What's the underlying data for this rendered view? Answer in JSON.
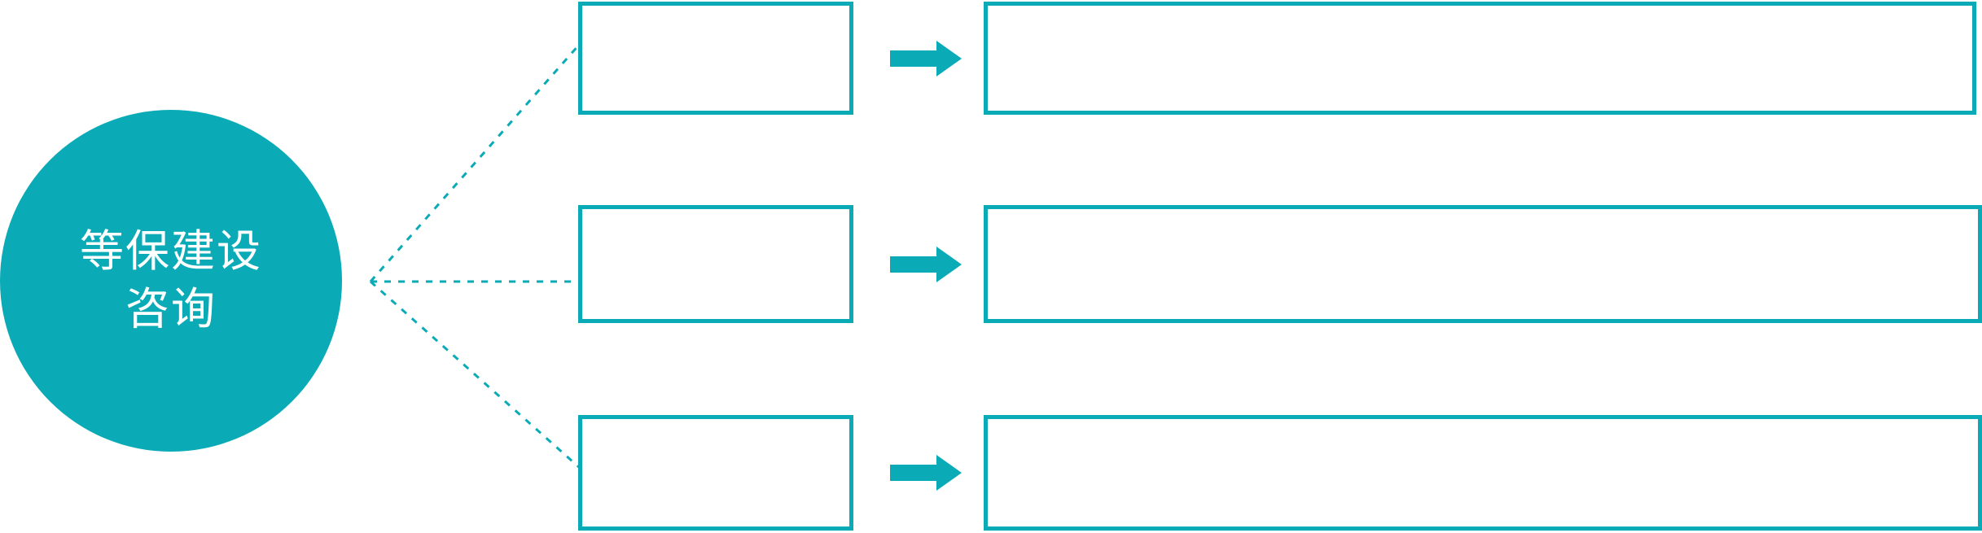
{
  "diagram": {
    "type": "hub-and-spoke-flow",
    "accent_color": "#0AABB7",
    "background_color": "#FFFFFF",
    "text_color_on_accent": "#FFFFFF",
    "hub": {
      "shape": "circle",
      "label_line1": "等保建设",
      "label_line2": "咨询"
    },
    "connector": {
      "style": "dotted",
      "color": "#0AABB7",
      "branch_count": 3
    },
    "rows": [
      {
        "stage_label": "",
        "arrow_icon": "right-arrow-icon",
        "detail_label": ""
      },
      {
        "stage_label": "",
        "arrow_icon": "right-arrow-icon",
        "detail_label": ""
      },
      {
        "stage_label": "",
        "arrow_icon": "right-arrow-icon",
        "detail_label": ""
      }
    ]
  }
}
